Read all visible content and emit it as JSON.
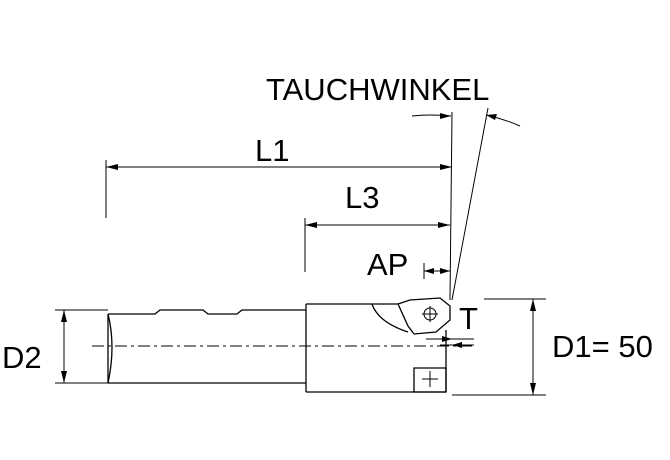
{
  "labels": {
    "tauchwinkel": "TAUCHWINKEL",
    "l1": "L1",
    "l3": "L3",
    "ap": "AP",
    "t": "T",
    "d1": "D1= 50",
    "d2": "D2"
  }
}
